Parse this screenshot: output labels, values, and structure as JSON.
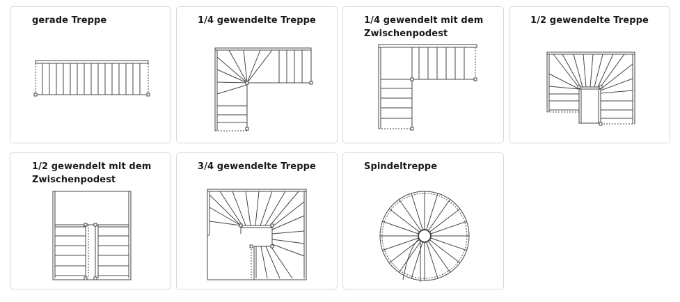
{
  "items": [
    {
      "title": "gerade Treppe",
      "icon": "straight-staircase-icon"
    },
    {
      "title": "1/4 gewendelte Treppe",
      "icon": "quarter-turn-staircase-icon"
    },
    {
      "title_line1": "1/4 gewendelt mit dem",
      "title_line2": "Zwischenpodest",
      "icon": "quarter-turn-landing-staircase-icon"
    },
    {
      "title": "1/2 gewendelte Treppe",
      "icon": "half-turn-staircase-icon"
    },
    {
      "title_line1": "1/2 gewendelt mit dem",
      "title_line2": "Zwischenpodest",
      "icon": "half-turn-landing-staircase-icon"
    },
    {
      "title": "3/4 gewendelte Treppe",
      "icon": "three-quarter-turn-staircase-icon"
    },
    {
      "title": "Spindeltreppe",
      "icon": "spiral-staircase-icon"
    }
  ],
  "colors": {
    "border": "#d9d9d9",
    "line": "#444444",
    "text": "#1a1a1a"
  }
}
